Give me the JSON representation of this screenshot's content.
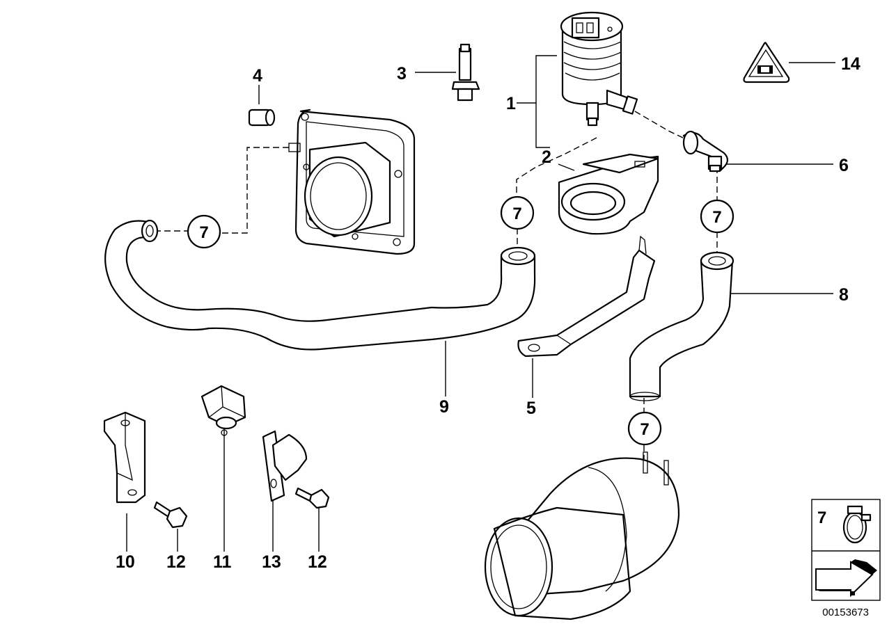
{
  "callouts": {
    "c1": "1",
    "c2": "2",
    "c3": "3",
    "c4": "4",
    "c5": "5",
    "c6": "6",
    "c7a": "7",
    "c7b": "7",
    "c7c": "7",
    "c7d": "7",
    "c7legend": "7",
    "c8": "8",
    "c9": "9",
    "c10": "10",
    "c11": "11",
    "c12a": "12",
    "c12b": "12",
    "c13": "13",
    "c14": "14"
  },
  "diagram_id": "00153673"
}
